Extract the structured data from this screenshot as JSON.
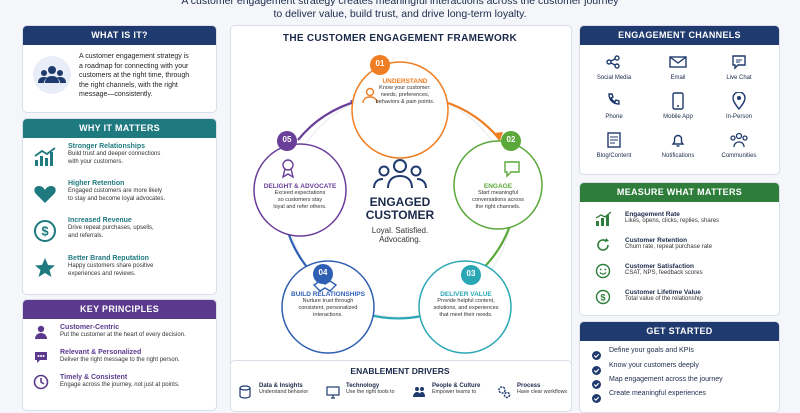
{
  "header": {
    "line1": "A customer engagement strategy creates meaningful interactions across the customer journey",
    "line2": "to deliver value, build trust, and drive long-term loyalty."
  },
  "what_is_it": {
    "title": "WHAT IS IT?",
    "text_lines": [
      "A customer engagement strategy is",
      "a roadmap for connecting with your",
      "customers at the right time, through",
      "the right channels, with the right",
      "message—consistently."
    ]
  },
  "why_it_matters": {
    "title": "WHY IT MATTERS",
    "items": [
      {
        "icon": "growth-chart-icon",
        "title": "Stronger Relationships",
        "lines": [
          "Build trust and deeper connections",
          "with your customers."
        ]
      },
      {
        "icon": "heart-icon",
        "title": "Higher Retention",
        "lines": [
          "Engaged customers are more likely",
          "to stay and become loyal advocates."
        ]
      },
      {
        "icon": "dollar-icon",
        "title": "Increased Revenue",
        "lines": [
          "Drive repeat purchases, upsells,",
          "and referrals."
        ]
      },
      {
        "icon": "star-icon",
        "title": "Better Brand Reputation",
        "lines": [
          "Happy customers share positive",
          "experiences and reviews."
        ]
      }
    ]
  },
  "key_principles": {
    "title": "KEY PRINCIPLES",
    "items": [
      {
        "icon": "person-icon",
        "title": "Customer-Centric",
        "desc": "Put the customer at the heart of every decision."
      },
      {
        "icon": "chat-icon",
        "title": "Relevant & Personalized",
        "desc": "Deliver the right message to the right person."
      },
      {
        "icon": "clock-icon",
        "title": "Timely & Consistent",
        "desc": "Engage across the journey, not just at points."
      }
    ]
  },
  "framework": {
    "title": "THE CUSTOMER ENGAGEMENT FRAMEWORK",
    "center_title_1": "ENGAGED",
    "center_title_2": "CUSTOMER",
    "center_sub_1": "Loyal. Satisfied.",
    "center_sub_2": "Advocating.",
    "steps": [
      {
        "num": "01",
        "title": "UNDERSTAND",
        "lines": [
          "Know your customer:",
          "needs, preferences,",
          "behaviors & pain points."
        ],
        "color": "#ef7d22"
      },
      {
        "num": "02",
        "title": "ENGAGE",
        "lines": [
          "Start meaningful",
          "conversations across",
          "the right channels."
        ],
        "color": "#5aa83a"
      },
      {
        "num": "03",
        "title": "DELIVER VALUE",
        "lines": [
          "Provide helpful content,",
          "solutions, and experiences",
          "that meet their needs."
        ],
        "color": "#2aa7b5"
      },
      {
        "num": "04",
        "title": "BUILD RELATIONSHIPS",
        "lines": [
          "Nurture trust through",
          "consistent, personalized",
          "interactions."
        ],
        "color": "#2f5fb3"
      },
      {
        "num": "05",
        "title": "DELIGHT & ADVOCATE",
        "lines": [
          "Exceed expectations",
          "so customers stay",
          "loyal and refer others."
        ],
        "color": "#6a3f99"
      }
    ]
  },
  "enablement": {
    "title": "ENABLEMENT DRIVERS",
    "items": [
      {
        "icon": "database-icon",
        "title": "Data & Insights",
        "desc": "Understand behavior"
      },
      {
        "icon": "monitor-icon",
        "title": "Technology",
        "desc": "Use the right tools to"
      },
      {
        "icon": "people-icon",
        "title": "People & Culture",
        "desc": "Empower teams to"
      },
      {
        "icon": "gears-icon",
        "title": "Process",
        "desc": "Have clear workflows"
      }
    ]
  },
  "channels": {
    "title": "ENGAGEMENT CHANNELS",
    "items": [
      {
        "icon": "social-media-icon",
        "label": "Social Media"
      },
      {
        "icon": "email-icon",
        "label": "Email"
      },
      {
        "icon": "live-chat-icon",
        "label": "Live Chat"
      },
      {
        "icon": "phone-icon",
        "label": "Phone"
      },
      {
        "icon": "mobile-app-icon",
        "label": "Mobile App"
      },
      {
        "icon": "map-pin-icon",
        "label": "In-Person"
      },
      {
        "icon": "blog-icon",
        "label": "Blog/Content"
      },
      {
        "icon": "bell-icon",
        "label": "Notifications"
      },
      {
        "icon": "communities-icon",
        "label": "Communities"
      }
    ]
  },
  "measure": {
    "title": "MEASURE WHAT MATTERS",
    "items": [
      {
        "icon": "bar-chart-icon",
        "title": "Engagement Rate",
        "desc": "Likes, opens, clicks, replies, shares"
      },
      {
        "icon": "refresh-icon",
        "title": "Customer Retention",
        "desc": "Churn rate, repeat purchase rate"
      },
      {
        "icon": "smile-icon",
        "title": "Customer Satisfaction",
        "desc": "CSAT, NPS, feedback scores"
      },
      {
        "icon": "dollar-icon",
        "title": "Customer Lifetime Value",
        "desc": "Total value of the relationship"
      }
    ]
  },
  "get_started": {
    "title": "GET STARTED",
    "items": [
      "Define your goals and KPIs",
      "Know your customers deeply",
      "Map engagement across the journey",
      "Create meaningful experiences"
    ]
  },
  "colors": {
    "navy": "#1f3a6e",
    "teal": "#1f7a80",
    "purple": "#5b3a8e",
    "green": "#2e7d3a"
  }
}
